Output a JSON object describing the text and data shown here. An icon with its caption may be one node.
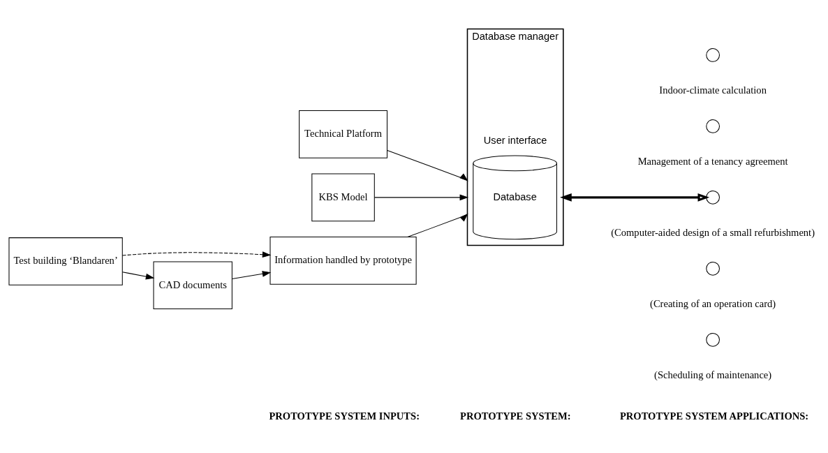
{
  "diagram": {
    "nodes": [
      {
        "text": [
          "Technical Platform"
        ]
      },
      {
        "text": [
          "KBS Model"
        ]
      },
      {
        "text": [
          "Information handled by prototype"
        ]
      },
      {
        "text": [
          "Database manager",
          "User interface"
        ]
      },
      {
        "text": [
          "Database"
        ],
        "in": 3
      },
      {
        "text": [],
        "shape": "circle",
        "beside": [
          "Indoor-climate calculation"
        ]
      },
      {
        "text": [],
        "shape": "circle",
        "beside": [
          "Management of a tenancy agreement"
        ]
      },
      {
        "text": [],
        "shape": "circle",
        "beside": [
          "(Computer-aided design of a small refurbishment)"
        ]
      },
      {
        "text": [],
        "shape": "circle",
        "beside": [
          "(Creating of an operation card)"
        ]
      },
      {
        "text": [],
        "shape": "circle",
        "beside": [
          "(Scheduling of maintenance)"
        ]
      },
      {
        "text": [
          "Test building ‘Blandaren’"
        ]
      },
      {
        "text": [
          "CAD documents"
        ]
      }
    ],
    "edges": [
      {
        "from": 0,
        "to": 3,
        "arrow": "to"
      },
      {
        "from": 1,
        "to": 3,
        "arrow": "to"
      },
      {
        "from": 2,
        "to": 3,
        "arrow": "to"
      },
      {
        "from": 3,
        "to": 7,
        "arrow": "both",
        "style": "thick"
      },
      {
        "from": 10,
        "to": 2,
        "arrow": "to",
        "style": "dashed"
      },
      {
        "from": 11,
        "to": 2,
        "arrow": "to"
      },
      {
        "from": 10,
        "to": 11,
        "arrow": "to"
      }
    ],
    "labels": [
      "PROTOTYPE SYSTEM INPUTS:",
      "PROTOTYPE SYSTEM:",
      "PROTOTYPE SYSTEM APPLICATIONS:"
    ]
  }
}
